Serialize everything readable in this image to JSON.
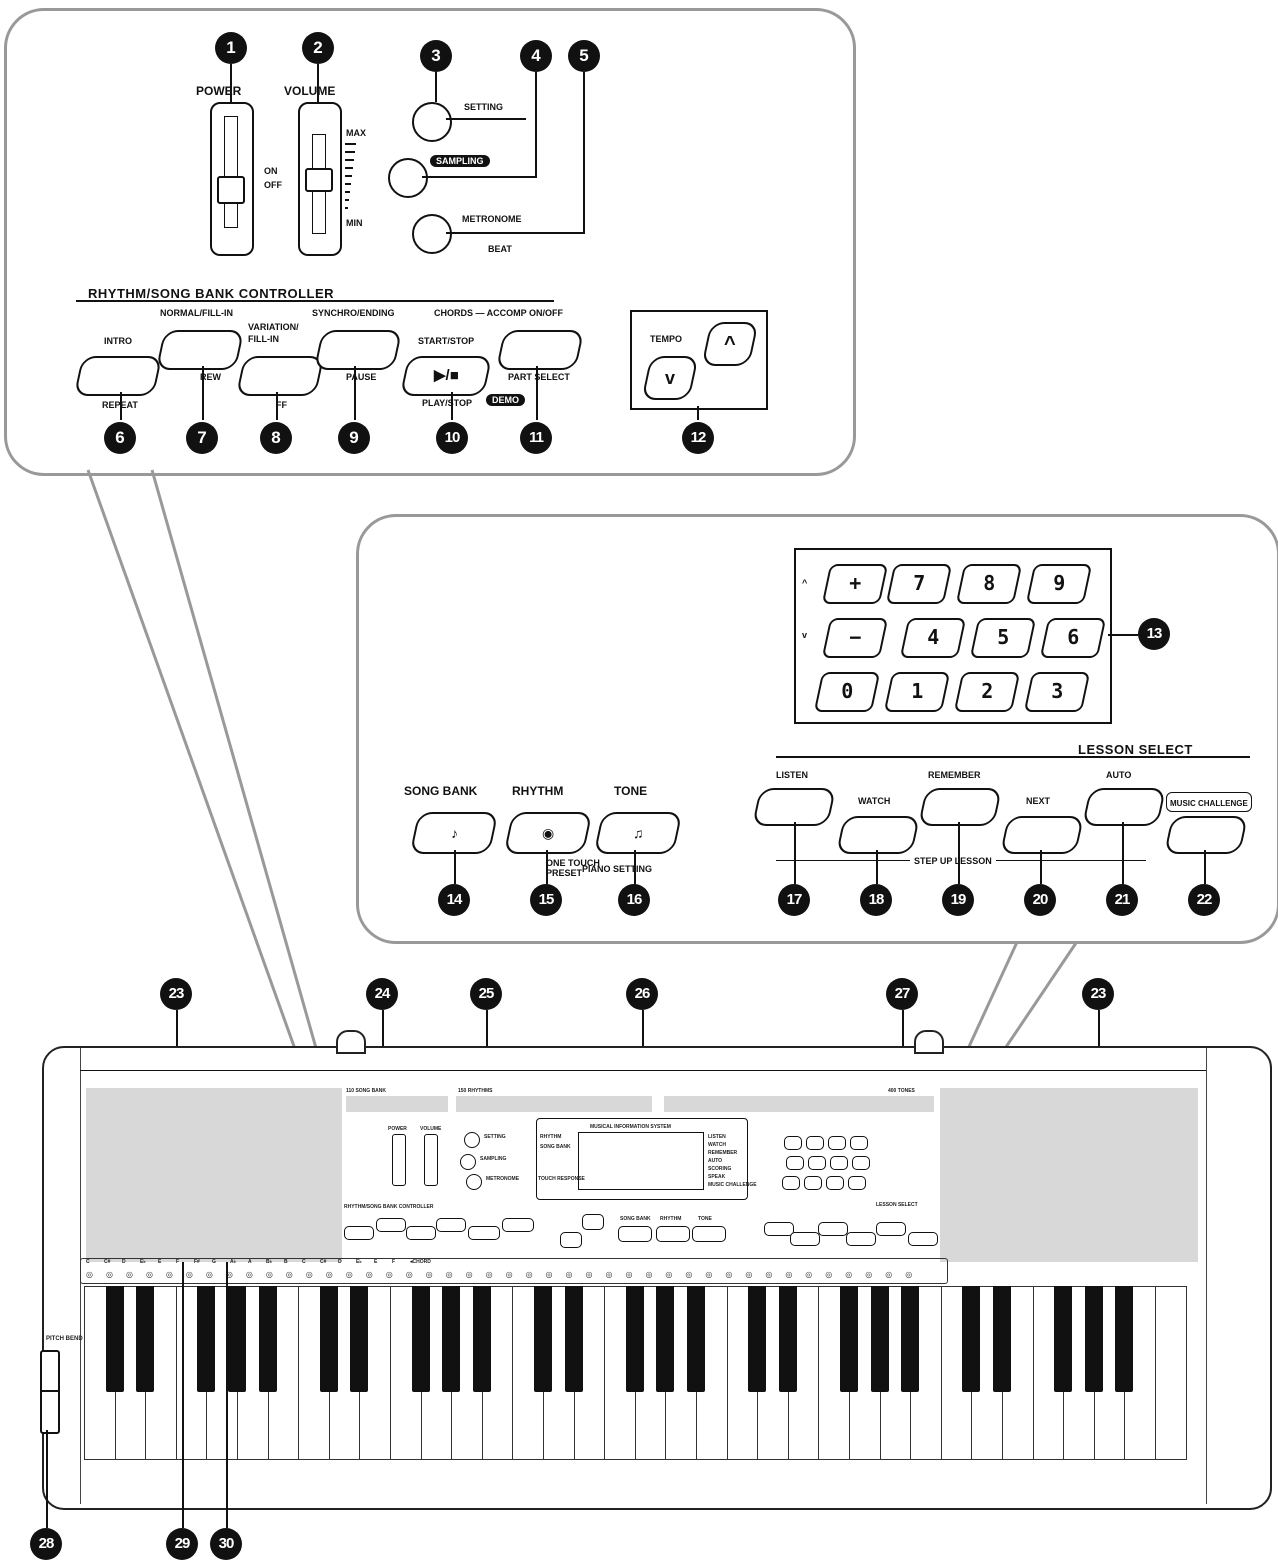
{
  "top_panel": {
    "power": "POWER",
    "volume": "VOLUME",
    "on": "ON",
    "off": "OFF",
    "max": "MAX",
    "min": "MIN",
    "setting": "SETTING",
    "sampling": "SAMPLING",
    "metronome": "METRONOME",
    "beat": "BEAT",
    "controller": "RHYTHM/SONG BANK CONTROLLER",
    "intro": "INTRO",
    "repeat": "REPEAT",
    "normal_fill": "NORMAL/FILL-IN",
    "rew": "REW",
    "variation_fill_1": "VARIATION/",
    "variation_fill_2": "FILL-IN",
    "ff": "FF",
    "synchro": "SYNCHRO/ENDING",
    "pause": "PAUSE",
    "start_stop": "START/STOP",
    "play_stop": "PLAY/STOP",
    "demo": "DEMO",
    "chords": "CHORDS — ACCOMP ON/OFF",
    "part_select": "PART SELECT",
    "tempo": "TEMPO"
  },
  "right_panel": {
    "keypad": [
      "+",
      "7",
      "8",
      "9",
      "−",
      "4",
      "5",
      "6",
      "0",
      "1",
      "2",
      "3"
    ],
    "up": "^",
    "down": "v",
    "lesson_select": "LESSON SELECT",
    "song_bank": "SONG BANK",
    "rhythm": "RHYTHM",
    "tone": "TONE",
    "one_touch_1": "ONE TOUCH",
    "one_touch_2": "PRESET",
    "piano_setting": "PIANO SETTING",
    "listen": "LISTEN",
    "watch": "WATCH",
    "remember": "REMEMBER",
    "next": "NEXT",
    "auto": "AUTO",
    "music_challenge": "MUSIC CHALLENGE",
    "step_up": "STEP UP LESSON"
  },
  "keyboard": {
    "song_bank_count": "110 SONG BANK",
    "rhythms_count": "150 RHYTHMS",
    "tones_count": "400 TONES",
    "info_system": "MUSICAL INFORMATION SYSTEM",
    "rhythm": "RHYTHM",
    "song_bank": "SONG BANK",
    "touch_response": "TOUCH RESPONSE",
    "listen": "LISTEN",
    "watch": "WATCH",
    "remember": "REMEMBER",
    "auto": "AUTO",
    "scoring": "SCORING",
    "speak": "SPEAK",
    "music_challenge": "MUSIC CHALLENGE",
    "pitch_bend": "PITCH BEND",
    "chord_notes": [
      "C",
      "C#",
      "D",
      "E♭",
      "E",
      "F",
      "F#",
      "G",
      "A♭",
      "A",
      "B♭",
      "B",
      "C",
      "C#",
      "D",
      "E♭",
      "E",
      "F",
      "◂CHORD"
    ]
  },
  "callouts": [
    "1",
    "2",
    "3",
    "4",
    "5",
    "6",
    "7",
    "8",
    "9",
    "10",
    "11",
    "12",
    "13",
    "14",
    "15",
    "16",
    "17",
    "18",
    "19",
    "20",
    "21",
    "22",
    "23",
    "24",
    "25",
    "26",
    "27",
    "23",
    "28",
    "29",
    "30"
  ]
}
